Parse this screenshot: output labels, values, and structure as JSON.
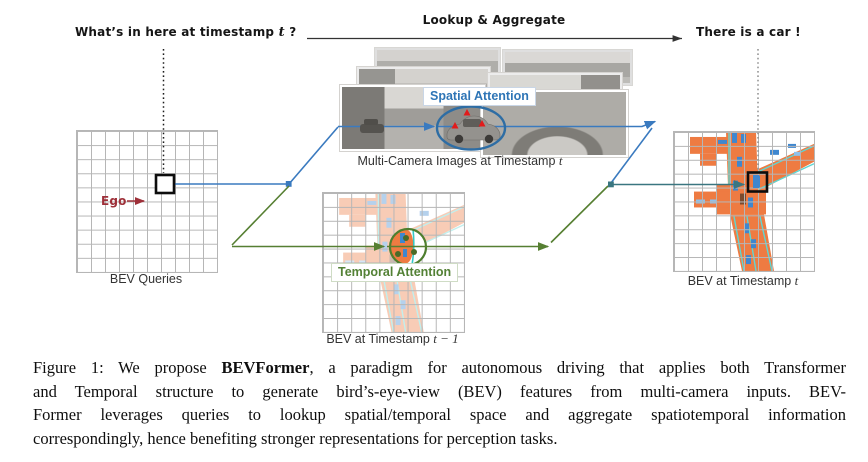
{
  "figure": {
    "annotations": {
      "question": {
        "text": "What’s in here at timestamp ",
        "math": "t",
        "suffix": " ?"
      },
      "lookup": "Lookup & Aggregate",
      "answer": "There is a car !",
      "ego": "Ego"
    },
    "labels": {
      "spatial_attention": "Spatial Attention",
      "temporal_attention": "Temporal Attention",
      "multi_camera": {
        "text": "Multi-Camera Images at Timestamp ",
        "math": "t"
      },
      "bev_queries": "BEV Queries",
      "bev_t_minus_1": {
        "text": "BEV at Timestamp ",
        "math": "t − 1"
      },
      "bev_t": {
        "text": "BEV at Timestamp ",
        "math": "t"
      }
    },
    "colors": {
      "spatial_blue": "#2e75b6",
      "temporal_green": "#538135",
      "output_teal": "#3a7680",
      "ego_red": "#9e3039",
      "road_orange": "#ee7b42",
      "lane_cyan": "#5fd6d2",
      "vehicle_blue": "#3f87cf",
      "grid_line_gray": "#b6b6b6",
      "attention_triangle_red": "#e21b1b"
    }
  },
  "caption": {
    "line1_pre": "Figure 1: We propose ",
    "line1_bold": "BEVFormer",
    "line1_rest": ", a paradigm for autonomous driving that applies both Transformer",
    "line2": "and Temporal structure to generate bird’s-eye-view (BEV) features from multi-camera inputs. BEV-",
    "line3": "Former leverages queries to lookup spatial/temporal space and aggregate spatiotemporal information",
    "line4": "correspondingly, hence benefiting stronger representations for perception tasks."
  }
}
